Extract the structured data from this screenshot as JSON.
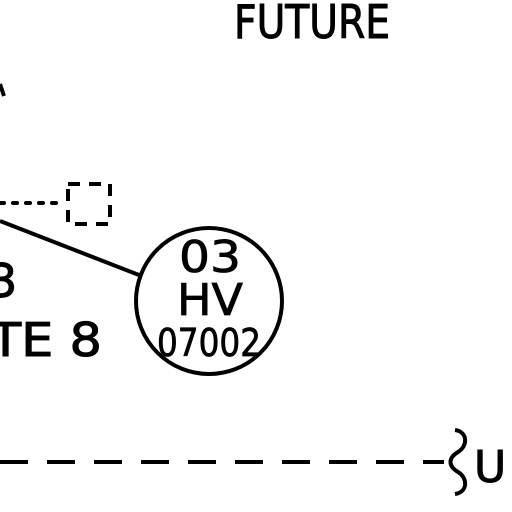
{
  "drawing": {
    "label_top": "FUTURE",
    "left_fragment_upper": "3",
    "left_fragment_lower": "TE 8",
    "bubble": {
      "line1": "03",
      "line2": "HV",
      "line3": "07002"
    },
    "right_fragment": "U"
  },
  "colors": {
    "ink": "#000000",
    "background": "#ffffff"
  }
}
